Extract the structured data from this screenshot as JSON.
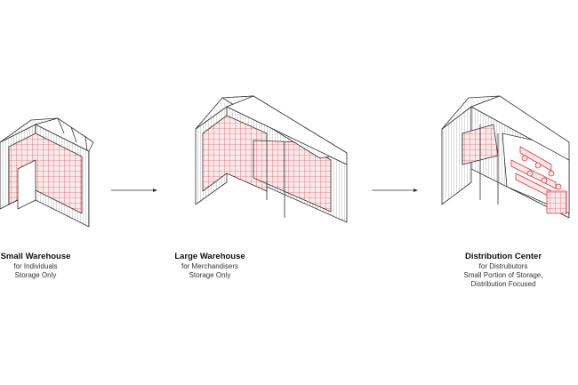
{
  "stages": [
    {
      "title": "Small Warehouse",
      "lines": [
        "for Individuals",
        "Storage Only"
      ]
    },
    {
      "title": "Large Warehouse",
      "lines": [
        "for Merchandisers",
        "Storage Only"
      ]
    },
    {
      "title": "Distribution Center",
      "lines": [
        "for Distrubutors",
        "Small Portion of Storage,",
        "Distribution Focused"
      ]
    }
  ],
  "colors": {
    "racking": "#e0303a",
    "structure": "#333333"
  }
}
